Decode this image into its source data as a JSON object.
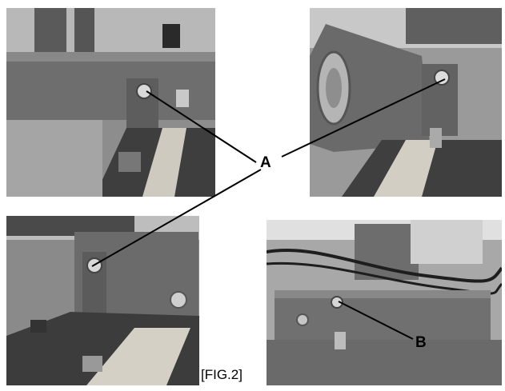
{
  "callouts": {
    "a": "A",
    "b": "B"
  },
  "caption": "[FIG.2]"
}
